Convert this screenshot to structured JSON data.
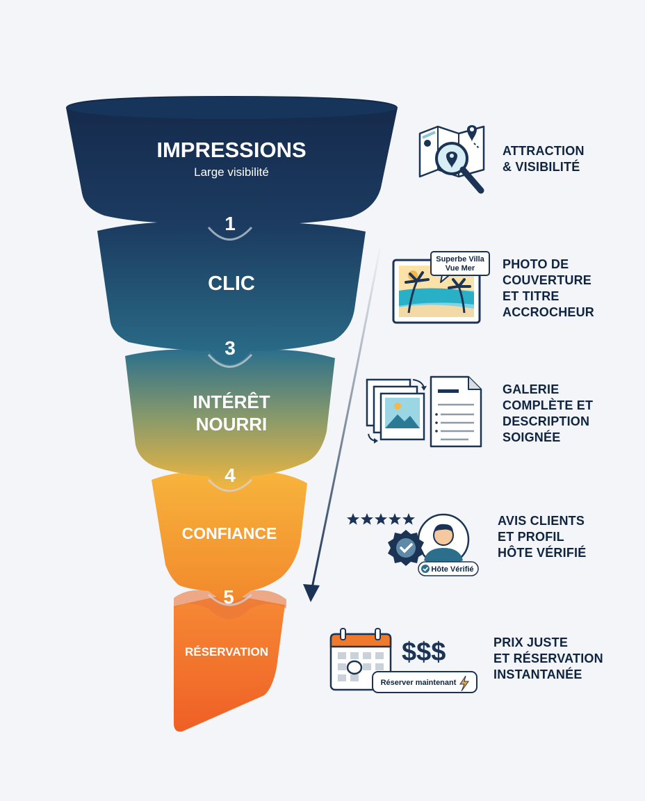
{
  "funnel": {
    "stages": [
      {
        "title": "IMPRESSIONS",
        "subtitle": "Large visibilité",
        "step_number": "1"
      },
      {
        "title": "CLIC",
        "step_number": "3"
      },
      {
        "title_lines": [
          "INTÉRÊT",
          "NOURRI"
        ],
        "step_number": "4"
      },
      {
        "title": "CONFIANCE",
        "step_number": "5"
      },
      {
        "title": "RÉSERVATION"
      }
    ],
    "colors": {
      "navy": "#163456",
      "teal": "#2c6f8a",
      "amber": "#f2a73a",
      "orange": "#f07a2c"
    }
  },
  "benefits": [
    {
      "text": "ATTRACTION\n& VISIBILITÉ",
      "icon": "map-magnifier-icon"
    },
    {
      "text": "PHOTO DE\nCOUVERTURE\nET TITRE\nACCROCHEUR",
      "icon": "beach-photo-icon",
      "bubble_text": [
        "Superbe Villa",
        "Vue Mer"
      ]
    },
    {
      "text": "GALERIE\nCOMPLÈTE ET\nDESCRIPTION\nSOIGNÉE",
      "icon": "gallery-document-icon"
    },
    {
      "text": "AVIS CLIENTS\nET PROFIL\nHÔTE VÉRIFIÉ",
      "icon": "verified-host-icon",
      "badge_text": "Hôte Vérifié"
    },
    {
      "text": "PRIX JUSTE\nET RÉSERVATION\nINSTANTANÉE",
      "icon": "calendar-booking-icon",
      "price_text": "$$$",
      "button_text": "Réserver maintenant"
    }
  ]
}
